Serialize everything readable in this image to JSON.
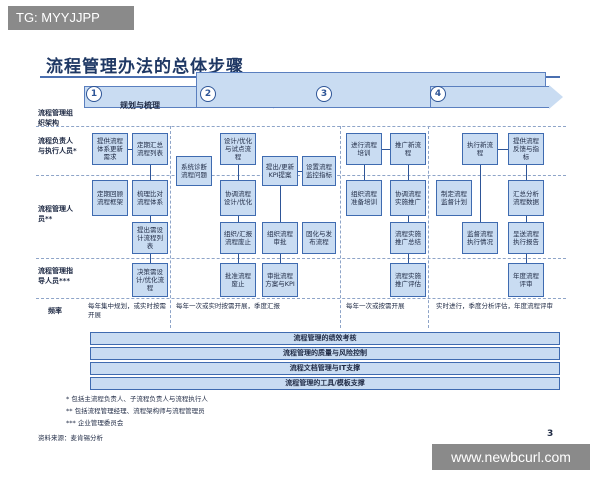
{
  "watermark_top": "TG: MYYJJPP",
  "watermark_bottom": "www.newbcurl.com",
  "title": "流程管理办法的总体步骤",
  "phases": [
    {
      "num": "1",
      "label": "规划与梳理"
    },
    {
      "num": "2",
      "label": ""
    },
    {
      "num": "3",
      "label": ""
    },
    {
      "num": "4",
      "label": ""
    }
  ],
  "lanes": {
    "org": "流程管理组织架构",
    "owner": "流程负责人与执行人员*",
    "manager": "流程管理人员**",
    "leader": "流程管理指导人员***"
  },
  "boxes": {
    "b1": "提供流程体系更新需求",
    "b2": "定期汇总流程列表",
    "b3": "定期回顾流程框架",
    "b4": "梳理比对流程体系",
    "b5": "提出需设计流程列表",
    "b6": "决策需设计/优化流程",
    "b7": "系统诊断流程问题",
    "b8": "设计/优化与试点流程",
    "b9": "协调流程设计/优化",
    "b10": "组织/汇报流程废止",
    "b11": "批准流程废止",
    "b12": "提出/更新KPI提案",
    "b13": "组织流程审批",
    "b14": "审批流程方案与KPI",
    "b15": "设置流程监控指标",
    "b16": "固化与发布流程",
    "b17": "进行流程培训",
    "b18": "组织流程准备培训",
    "b19": "推广新流程",
    "b20": "协调流程实施推广",
    "b21": "流程实施推广总结",
    "b22": "流程实施推广评估",
    "b23": "执行新流程",
    "b24": "制定流程监督计划",
    "b25": "监督流程执行情况",
    "b26": "提供流程反馈与指标",
    "b27": "汇总分析流程数据",
    "b28": "呈送流程执行报告",
    "b29": "年度流程评审"
  },
  "frequency": {
    "label": "频率",
    "t1": "每年集中规划，或实时按需开展",
    "t2": "每年一次或实时按需开展，季度汇报",
    "t3": "每年一次或按需开展",
    "t4": "实时进行，季度分析评估，年度流程评审"
  },
  "bands": [
    "流程管理的绩效考核",
    "流程管理的质量与风险控制",
    "流程文档管理与IT支撑",
    "流程管理的工具/模板支撑"
  ],
  "notes": [
    "* 包括主流程负责人、子流程负责人与流程执行人",
    "** 包括流程管理经理、流程架构师与流程管理员",
    "*** 企业管理委员会"
  ],
  "source": "资料来源：麦肯锡分析",
  "page_number": "3"
}
